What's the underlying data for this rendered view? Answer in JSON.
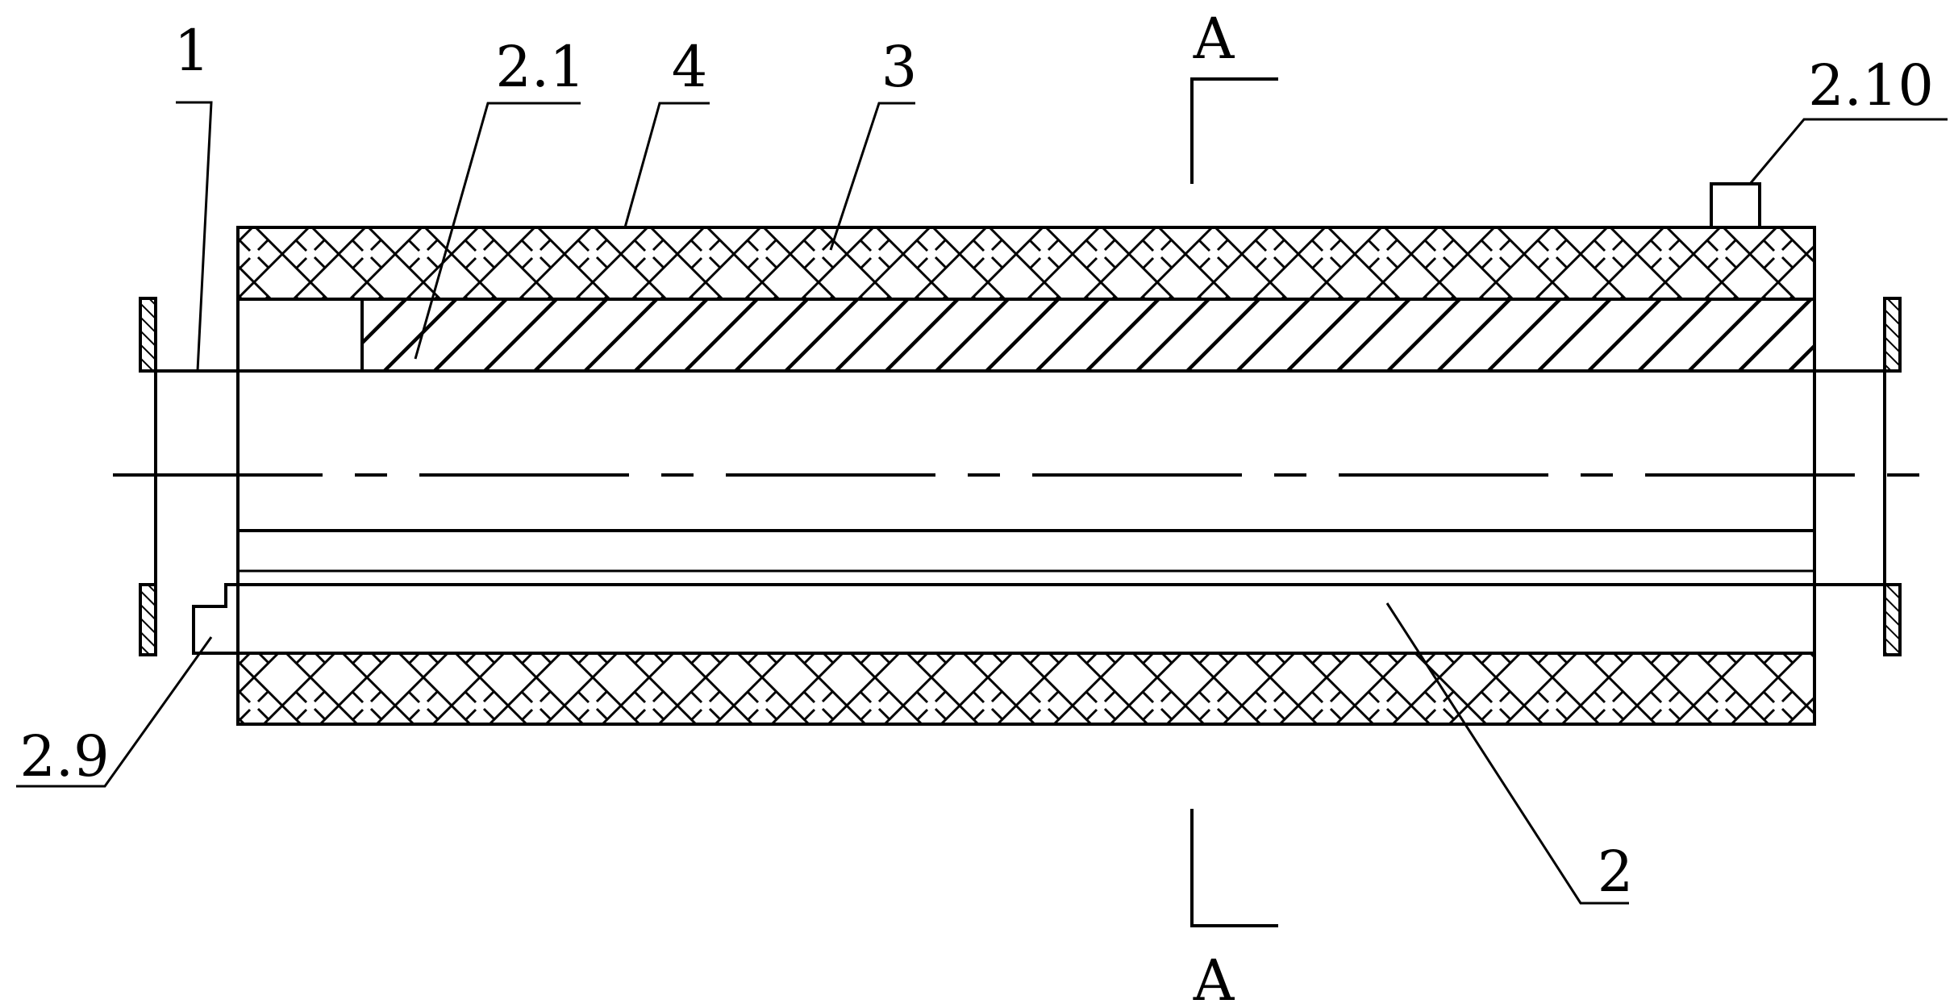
{
  "section_marks": {
    "top": "A",
    "bottom": "A"
  },
  "part_labels": {
    "p1": "1",
    "p2_1": "2.1",
    "p4": "4",
    "p3": "3",
    "p2_10": "2.10",
    "p2_9": "2.9",
    "p2": "2"
  },
  "hatch_styles": {
    "insulation_layer": "basket-weave",
    "inner_layer": "diagonal",
    "flanges": "diagonal"
  }
}
